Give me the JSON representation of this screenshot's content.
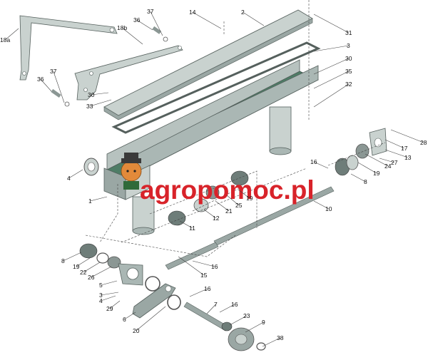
{
  "watermark": {
    "text": "agropomoc.pl",
    "color": "#d8232a"
  },
  "colors": {
    "metal_light": "#c9d2cf",
    "metal_mid": "#aab7b4",
    "metal_dark": "#6e7d79",
    "trough_green": "#4e7d66"
  },
  "callouts": [
    "1",
    "2",
    "3",
    "3",
    "4",
    "4",
    "5",
    "6",
    "7",
    "8",
    "8",
    "9",
    "10",
    "11",
    "12",
    "13",
    "14",
    "15",
    "16",
    "16",
    "16",
    "16",
    "17",
    "18a",
    "18b",
    "19",
    "19",
    "19",
    "20",
    "21",
    "22",
    "23",
    "24",
    "25",
    "26",
    "27",
    "28",
    "29",
    "30",
    "30",
    "31",
    "32",
    "33",
    "35",
    "36",
    "36",
    "37",
    "37",
    "38"
  ],
  "icons": [
    "logo-icon"
  ]
}
